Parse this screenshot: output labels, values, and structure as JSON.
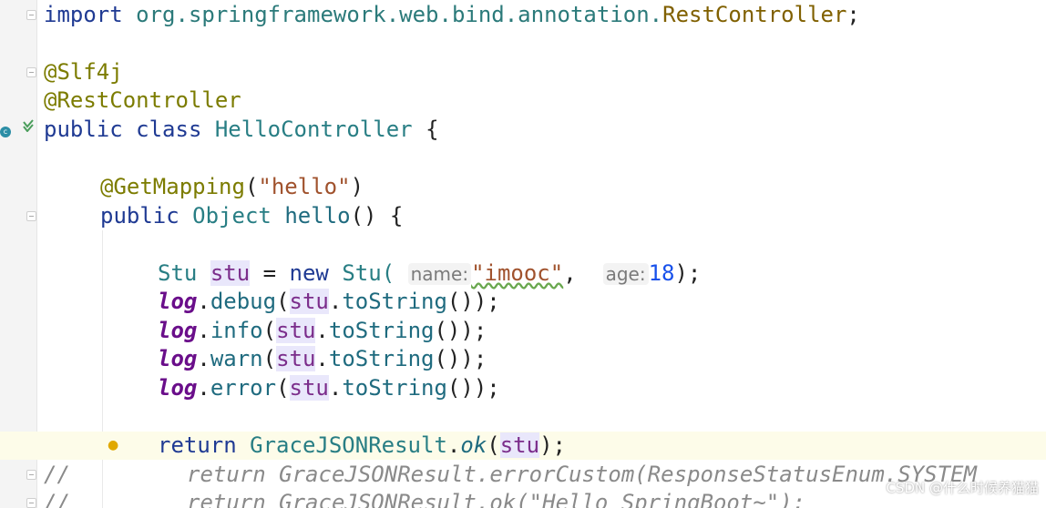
{
  "editor": {
    "lines": [
      {
        "tokens": [
          "import",
          "org.springframework.web.bind.annotation.",
          "RestController",
          ";"
        ]
      },
      {
        "tokens": []
      },
      {
        "tokens": [
          "@Slf4j"
        ]
      },
      {
        "tokens": [
          "@RestController"
        ]
      },
      {
        "tokens": [
          "public",
          "class",
          "HelloController",
          "{"
        ]
      },
      {
        "tokens": []
      },
      {
        "tokens": [
          "@GetMapping",
          "(",
          "\"hello\"",
          ")"
        ]
      },
      {
        "tokens": [
          "public",
          "Object",
          "hello",
          "() {"
        ]
      },
      {
        "tokens": []
      },
      {
        "tokens": [
          "Stu",
          "stu",
          " = ",
          "new",
          "Stu(",
          "name:",
          "\"imooc\"",
          ", ",
          "age:",
          "18",
          ");"
        ]
      },
      {
        "tokens": [
          "log",
          ".",
          "debug",
          "(",
          "stu",
          ".",
          "toString",
          "());"
        ]
      },
      {
        "tokens": [
          "log",
          ".",
          "info",
          "(",
          "stu",
          ".",
          "toString",
          "());"
        ]
      },
      {
        "tokens": [
          "log",
          ".",
          "warn",
          "(",
          "stu",
          ".",
          "toString",
          "());"
        ]
      },
      {
        "tokens": [
          "log",
          ".",
          "error",
          "(",
          "stu",
          ".",
          "toString",
          "());"
        ]
      },
      {
        "tokens": []
      },
      {
        "tokens": [
          "return",
          "GraceJSONResult",
          ".",
          "ok",
          "(",
          "stu",
          ");"
        ]
      },
      {
        "tokens": [
          "//",
          "return GraceJSONResult.errorCustom(ResponseStatusEnum.SYSTEM"
        ]
      },
      {
        "tokens": [
          "//",
          "return GraceJSONResult.ok(\"Hello SpringBoot~\");"
        ]
      }
    ]
  },
  "watermark": "CSDN @什么时候养猫猫",
  "colors": {
    "keyword": "#1f3a93",
    "annotation": "#7c7c00",
    "string": "#a0522d",
    "number": "#1750eb",
    "field": "#6a0e8a",
    "current_line": "#fdfce9"
  },
  "gutter_icons": [
    "run-gutter-icon",
    "class-gutter-icon",
    "lightbulb-icon"
  ]
}
